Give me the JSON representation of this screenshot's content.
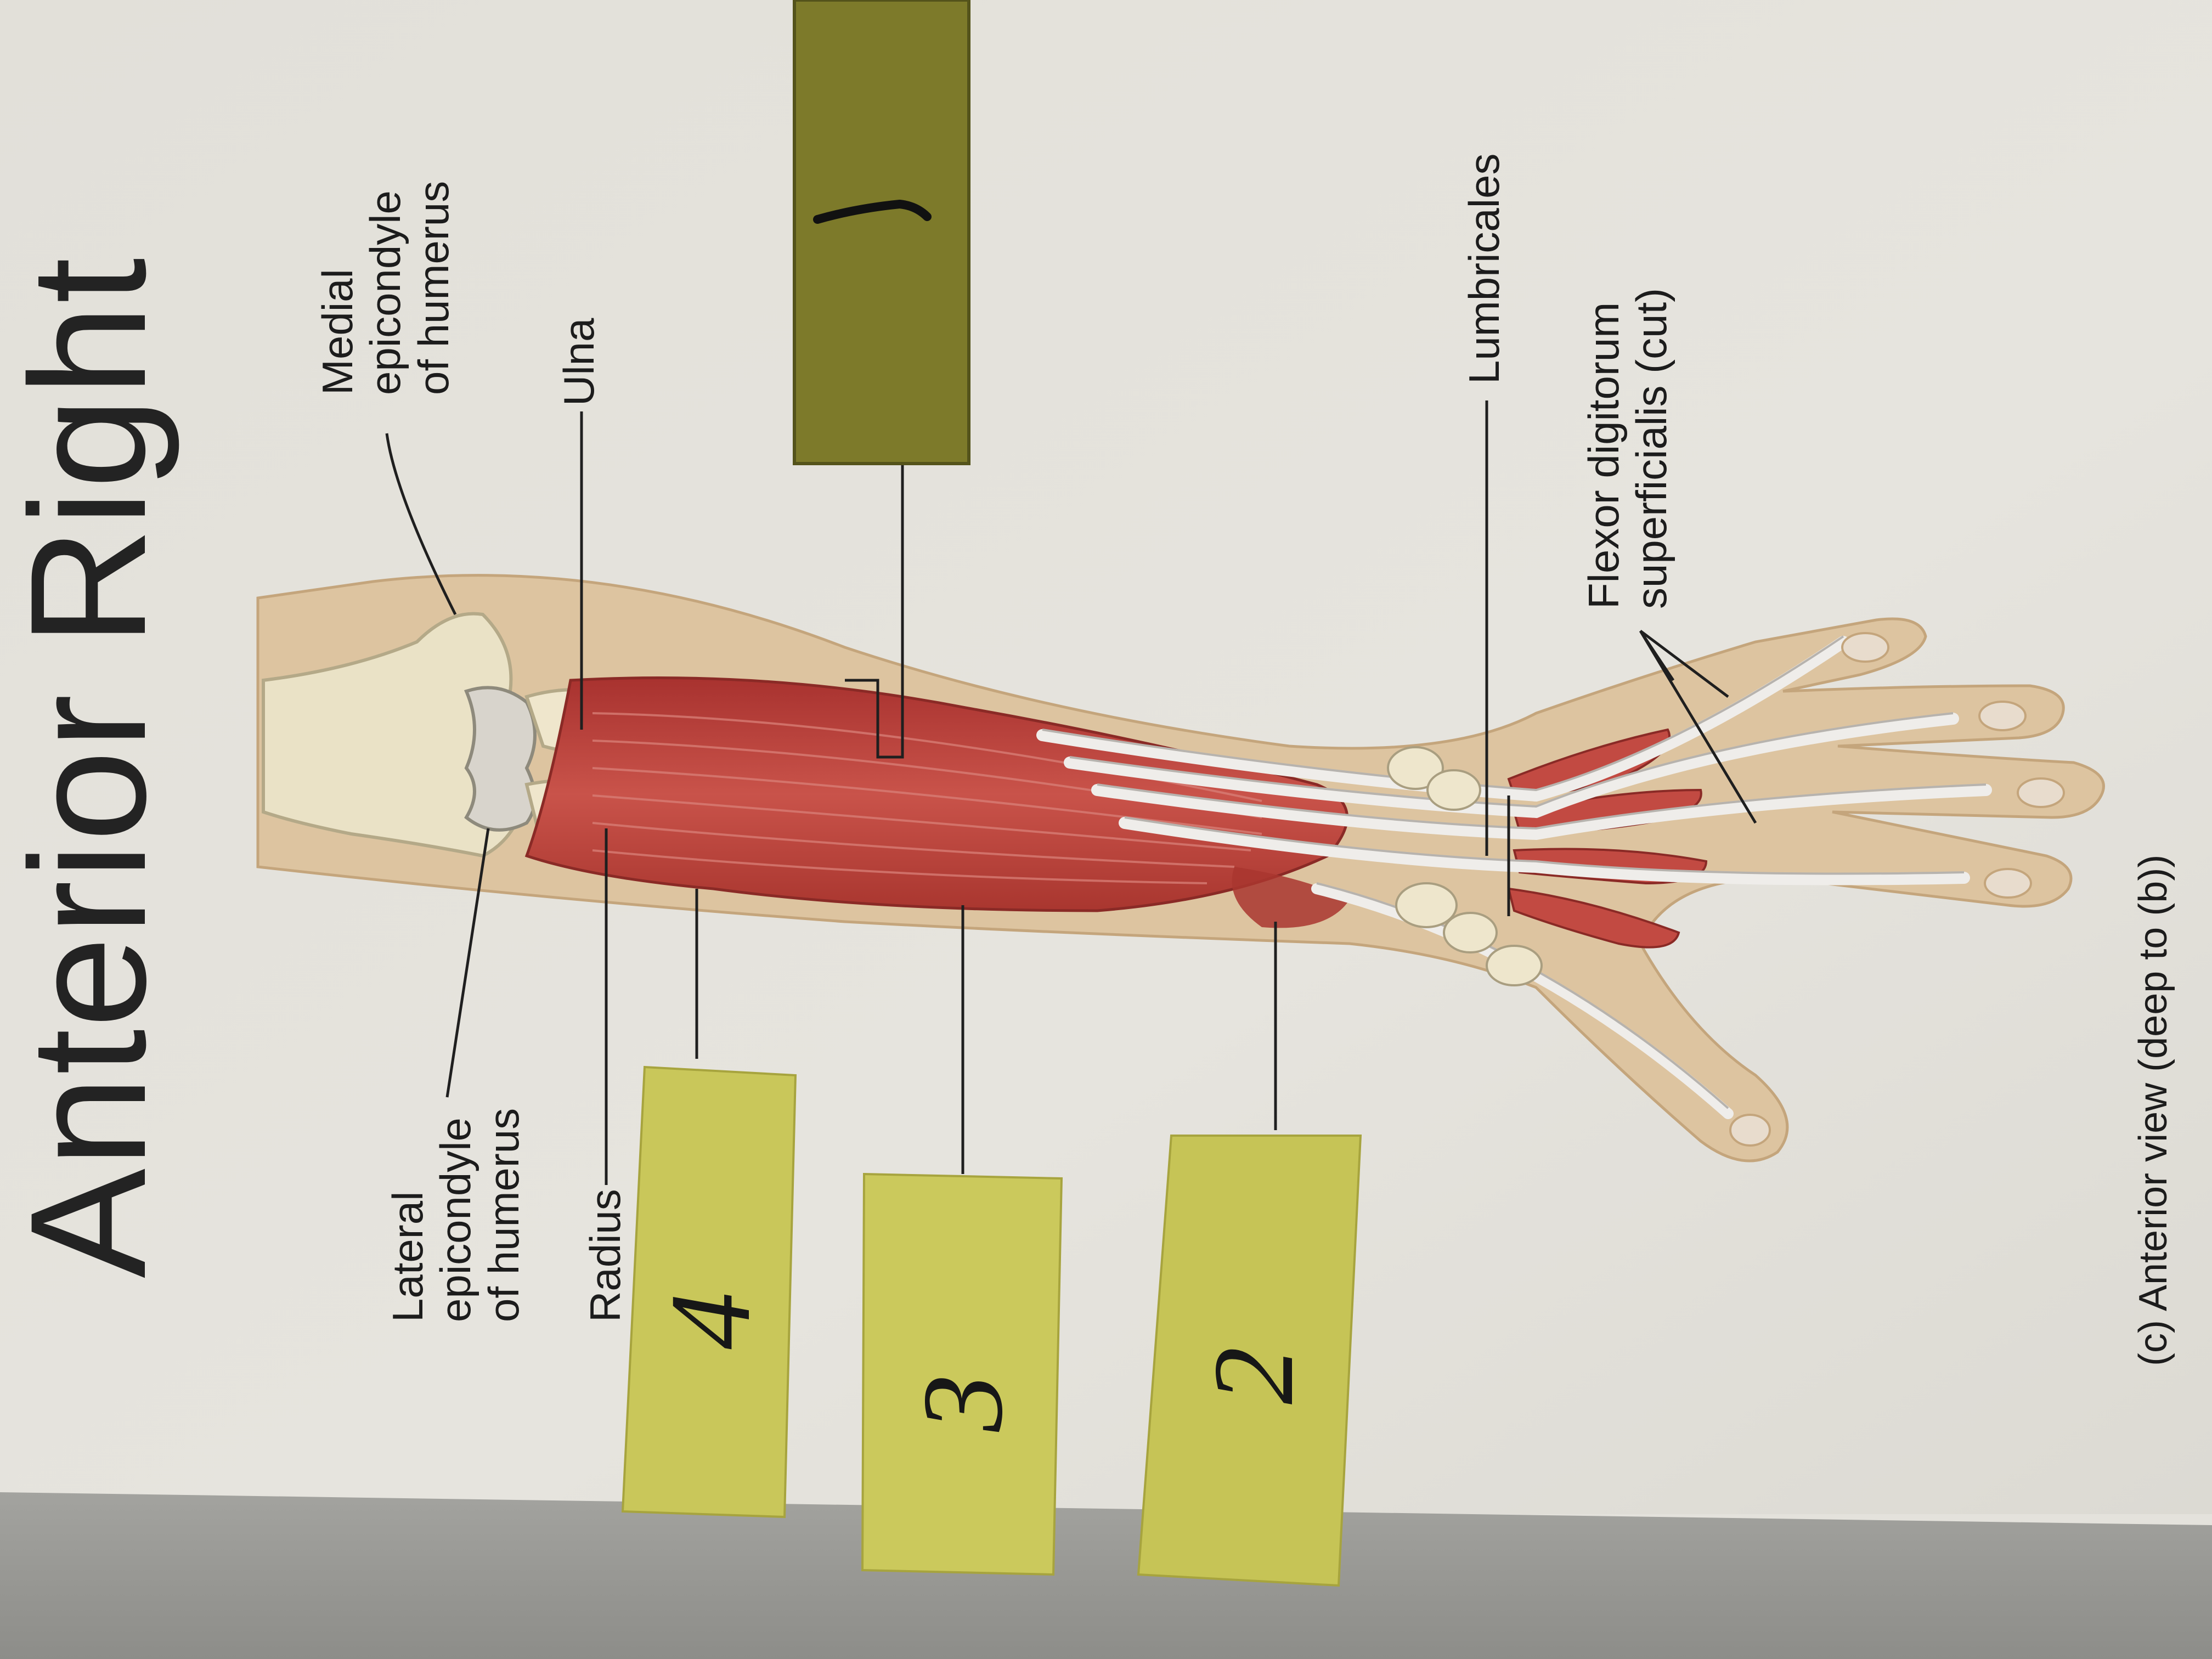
{
  "title": "Anterior Right",
  "caption": "(c) Anterior view (deep to (b))",
  "labels": {
    "medial_epicondyle": "Medial\nepicondyle\nof humerus",
    "ulna": "Ulna",
    "lumbricales": "Lumbricales",
    "flexor_digitorum_superficialis": "Flexor digitorum\nsuperficialis (cut)",
    "lateral_epicondyle": "Lateral\nepicondyle\nof humerus",
    "radius": "Radius"
  },
  "sticky_notes": {
    "note_1": "1",
    "note_2": "2",
    "note_3": "3",
    "note_4": "4"
  },
  "colors": {
    "paper": "#e4e2dc",
    "sticky_yellow": "#c9c75a",
    "sticky_olive": "#7d7a2a",
    "muscle": "#b8413b",
    "tendon": "#e9e6e3",
    "skin": "#ddc4a0",
    "bone": "#eae2c6",
    "desk": "#9a9a96"
  }
}
